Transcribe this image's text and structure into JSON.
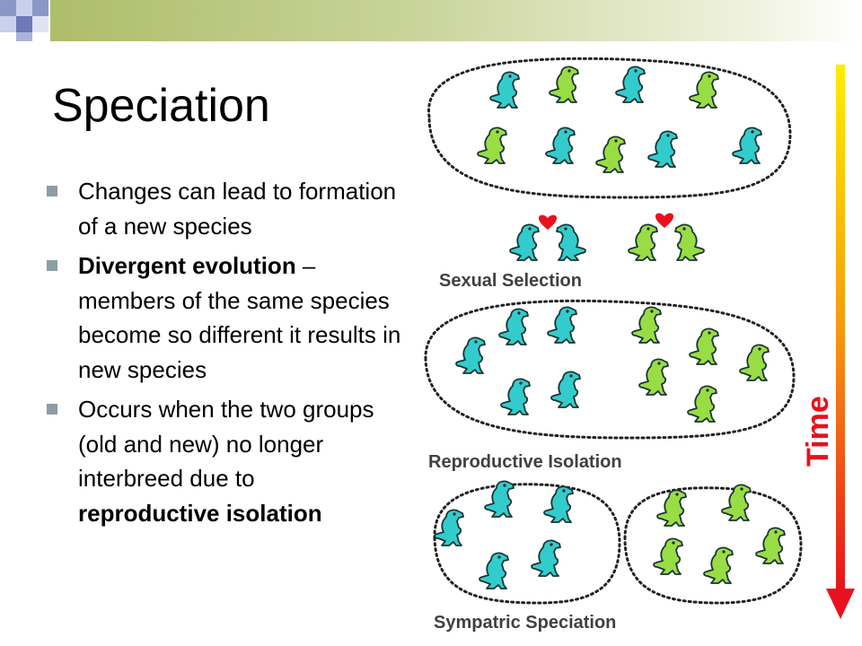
{
  "slide": {
    "title": "Speciation",
    "bullets": [
      {
        "parts": [
          {
            "text": "Changes can lead to formation of a new species",
            "bold": false
          }
        ]
      },
      {
        "parts": [
          {
            "text": "Divergent evolution",
            "bold": true
          },
          {
            "text": " – members of the same species become so different it results in new species",
            "bold": false
          }
        ]
      },
      {
        "parts": [
          {
            "text": "Occurs when the two groups (old and new) no longer interbreed due to ",
            "bold": false
          },
          {
            "text": "reproductive isolation",
            "bold": true
          }
        ]
      }
    ]
  },
  "diagram": {
    "stage_labels": {
      "sexual_selection": "Sexual Selection",
      "reproductive_isolation": "Reproductive Isolation",
      "sympatric_speciation": "Sympatric Speciation"
    },
    "time_label": "Time",
    "colors": {
      "cyan_dino": "#33cccc",
      "green_dino": "#99dd44",
      "heart": "#e8111d",
      "time_gradient_top": "#ffee00",
      "time_gradient_bottom": "#e8111d",
      "bullet_marker": "#8c9da5"
    },
    "icons": [
      "dinosaur-icon",
      "heart-icon",
      "time-arrow-icon"
    ]
  }
}
